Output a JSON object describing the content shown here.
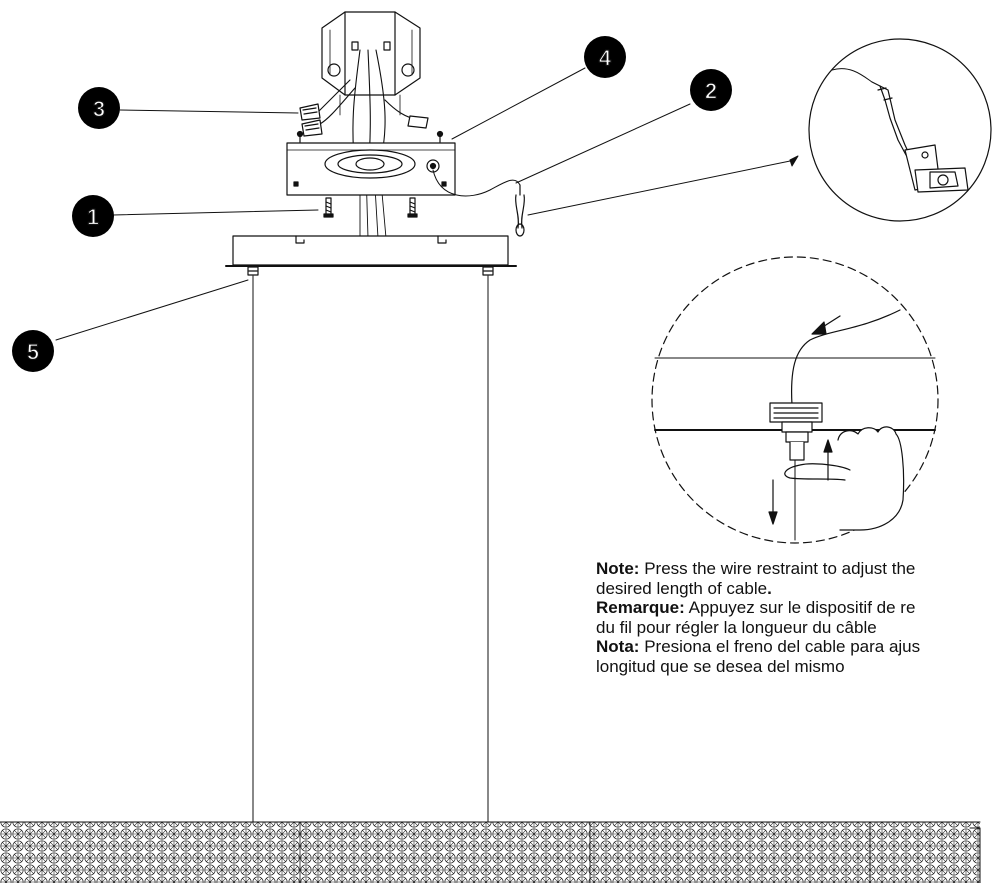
{
  "callouts": [
    {
      "id": "1",
      "label": "1"
    },
    {
      "id": "2",
      "label": "2"
    },
    {
      "id": "3",
      "label": "3"
    },
    {
      "id": "4",
      "label": "4"
    },
    {
      "id": "5",
      "label": "5"
    }
  ],
  "note": {
    "en": {
      "label": "Note:",
      "line1": "Press the wire restraint to adjust the",
      "line2": "desired length of cable",
      "line2_end": "."
    },
    "fr": {
      "label": "Remarque:",
      "line1": "Appuyez sur le dispositif de re",
      "line2": "du fil pour régler la longueur du câble"
    },
    "es": {
      "label": "Nota:",
      "line1": "Presiona el freno del cable para ajus",
      "line2": "longitud que se desea del mismo"
    }
  },
  "colors": {
    "ink": "#111111",
    "background": "#ffffff",
    "callout_fill": "#000000"
  }
}
